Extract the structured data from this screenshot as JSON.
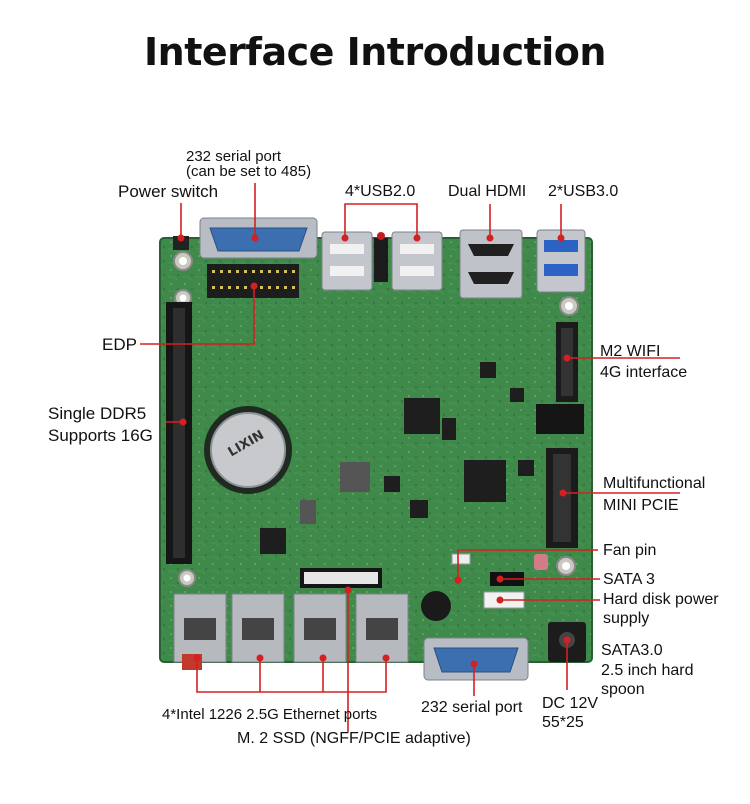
{
  "title": "Interface Introduction",
  "labels": {
    "serial_top_1": "232 serial port",
    "serial_top_2": "(can be set to 485)",
    "power_switch": "Power switch",
    "usb2": "4*USB2.0",
    "hdmi": "Dual HDMI",
    "usb3": "2*USB3.0",
    "edp": "EDP",
    "ddr_1": "Single DDR5",
    "ddr_2": "Supports 16G",
    "m2wifi_1": "M2 WIFI",
    "m2wifi_2": "4G interface",
    "minipcie_1": "Multifunctional",
    "minipcie_2": "MINI PCIE",
    "fan": "Fan pin",
    "sata3": "SATA 3",
    "hdd_power_1": "Hard disk power",
    "hdd_power_2": "supply",
    "sata_hdd_1": "SATA3.0",
    "sata_hdd_2": "2.5 inch hard",
    "sata_hdd_3": "spoon",
    "dc_1": "DC 12V",
    "dc_2": "55*25",
    "serial_bottom": "232 serial port",
    "ethernet": "4*Intel 1226 2.5G Ethernet ports",
    "m2ssd": "M. 2 SSD (NGFF/PCIE adaptive)"
  },
  "board_chip_text": "LIXIN",
  "colors": {
    "pcb": "#3f8a4a",
    "pcb_dark": "#2f6d3a",
    "callout_line": "#d42020",
    "text": "#111111"
  }
}
